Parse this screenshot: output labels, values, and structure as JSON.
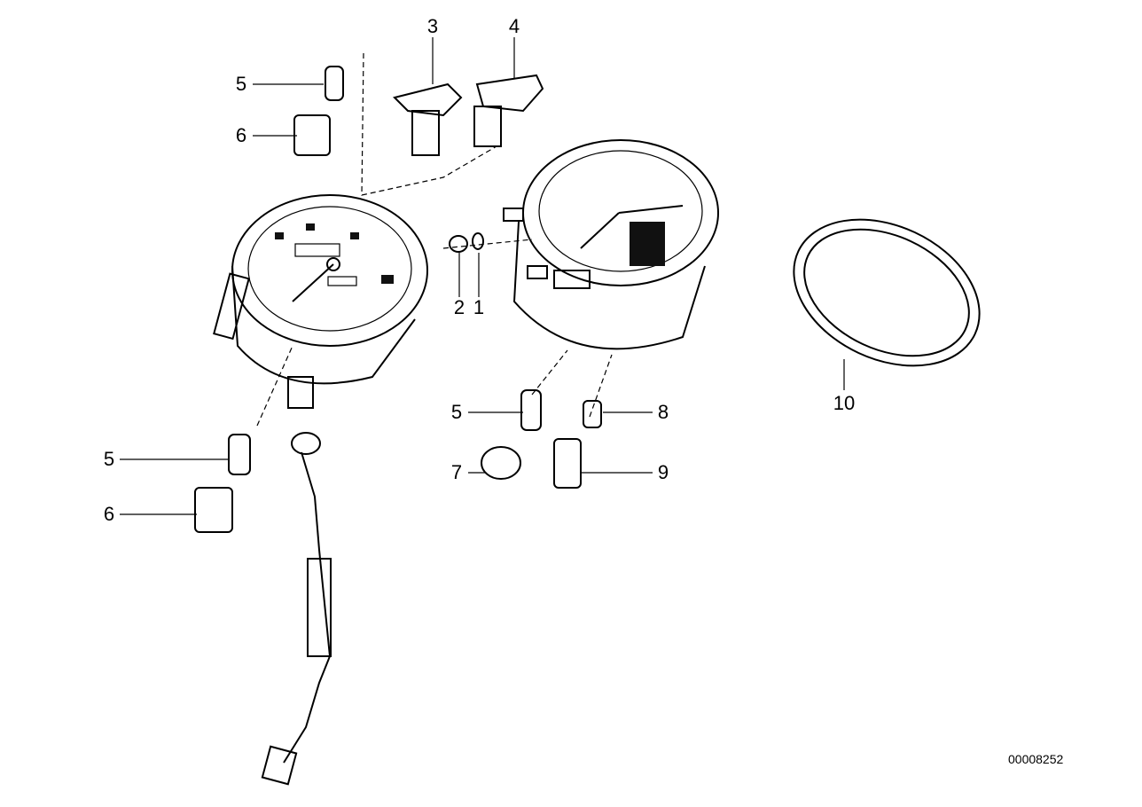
{
  "callouts": [
    {
      "id": "c3",
      "text": "3"
    },
    {
      "id": "c4",
      "text": "4"
    },
    {
      "id": "c5a",
      "text": "5"
    },
    {
      "id": "c6a",
      "text": "6"
    },
    {
      "id": "c2",
      "text": "2"
    },
    {
      "id": "c1",
      "text": "1"
    },
    {
      "id": "c5b",
      "text": "5"
    },
    {
      "id": "c6b",
      "text": "6"
    },
    {
      "id": "c5c",
      "text": "5"
    },
    {
      "id": "c8",
      "text": "8"
    },
    {
      "id": "c7",
      "text": "7"
    },
    {
      "id": "c9",
      "text": "9"
    },
    {
      "id": "c10",
      "text": "10"
    }
  ],
  "diagram_number": "00008252"
}
